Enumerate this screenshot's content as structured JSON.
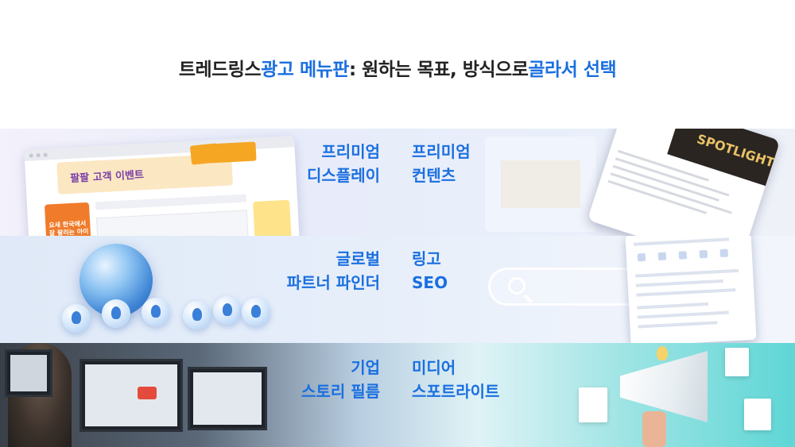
{
  "headline": {
    "part1": "트레드링스 ",
    "highlight1": "광고 메뉴판",
    "part2": " : 원하는 목표, 방식으로 ",
    "highlight2": "골라서 선택"
  },
  "colors": {
    "accent": "#1a6fe0",
    "text": "#222222"
  },
  "bands": [
    {
      "left_label": [
        "프리미엄",
        "디스플레이"
      ],
      "right_label": [
        "프리미엄",
        "컨텐츠"
      ]
    },
    {
      "left_label": [
        "글로벌",
        "파트너 파인더"
      ],
      "right_label": [
        "링고",
        "SEO"
      ]
    },
    {
      "left_label": [
        "기업",
        "스토리 필름"
      ],
      "right_label": [
        "미디어",
        "스포트라이트"
      ]
    }
  ],
  "decor": {
    "browser_banner": "팔팔 고객 이벤트",
    "browser_side": "요새 한국에서 잘 팔리는 아이템 찾기",
    "spotlight": "SPOTLIGHT"
  }
}
